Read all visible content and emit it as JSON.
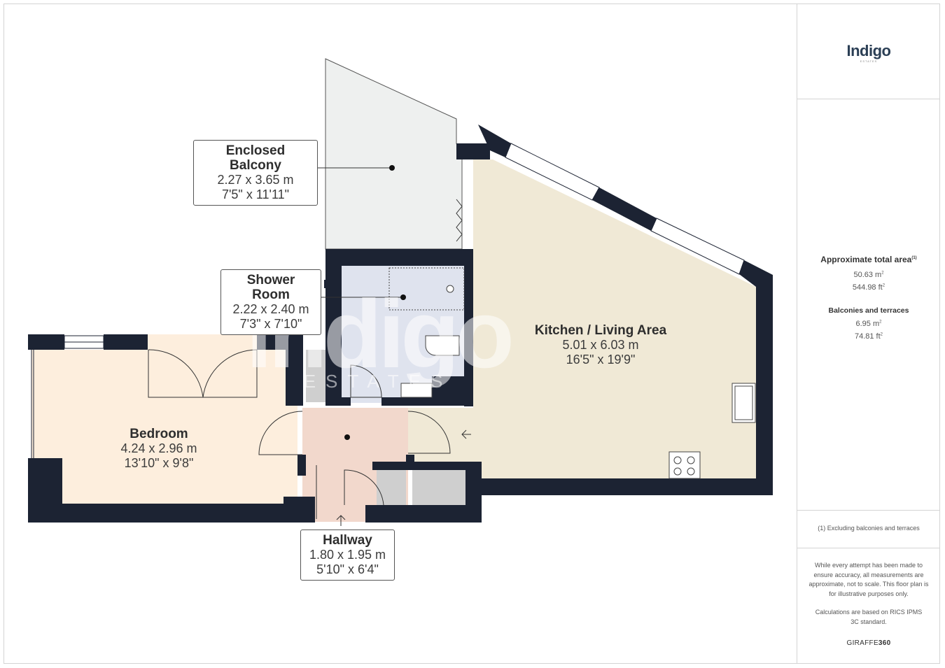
{
  "brand": {
    "logo": "Indigo",
    "logo_sub": "ESTATES",
    "watermark": "indigo",
    "watermark_sub": "ESTATES"
  },
  "rooms": {
    "balcony": {
      "name": "Enclosed Balcony",
      "metric": "2.27 x 3.65 m",
      "imperial": "7'5\" x 11'11\""
    },
    "shower": {
      "name": "Shower Room",
      "metric": "2.22 x 2.40 m",
      "imperial": "7'3\" x 7'10\""
    },
    "kitchen": {
      "name": "Kitchen / Living Area",
      "metric": "5.01 x 6.03 m",
      "imperial": "16'5\" x 19'9\""
    },
    "bedroom": {
      "name": "Bedroom",
      "metric": "4.24 x 2.96 m",
      "imperial": "13'10\" x 9'8\""
    },
    "hallway": {
      "name": "Hallway",
      "metric": "1.80 x 1.95 m",
      "imperial": "5'10\" x 6'4\""
    }
  },
  "summary": {
    "area_title": "Approximate total area",
    "area_title_note": "(1)",
    "area_m": "50.63 m",
    "area_ft": "544.98 ft",
    "balc_title": "Balconies and terraces",
    "balc_m": "6.95 m",
    "balc_ft": "74.81 ft",
    "sq": "2"
  },
  "footer": {
    "note": "(1) Excluding balconies and terraces",
    "disclaimer": "While every attempt has been made to ensure accuracy, all measurements are approximate, not to scale. This floor plan is for illustrative purposes only.",
    "calc": "Calculations are based on RICS IPMS 3C standard.",
    "credit_a": "GIRAFFE",
    "credit_b": "360"
  },
  "colors": {
    "wall": "#1c2333",
    "balcony_fill": "#eef0ef",
    "shower_fill": "#dfe3ee",
    "kitchen_fill": "#f0e9d6",
    "bedroom_fill": "#fdeedd",
    "hallway_fill": "#f2d8cc",
    "storage_fill": "#cfcfcf",
    "text_dark": "#2e2e2e",
    "logo": "#2b3f55"
  }
}
